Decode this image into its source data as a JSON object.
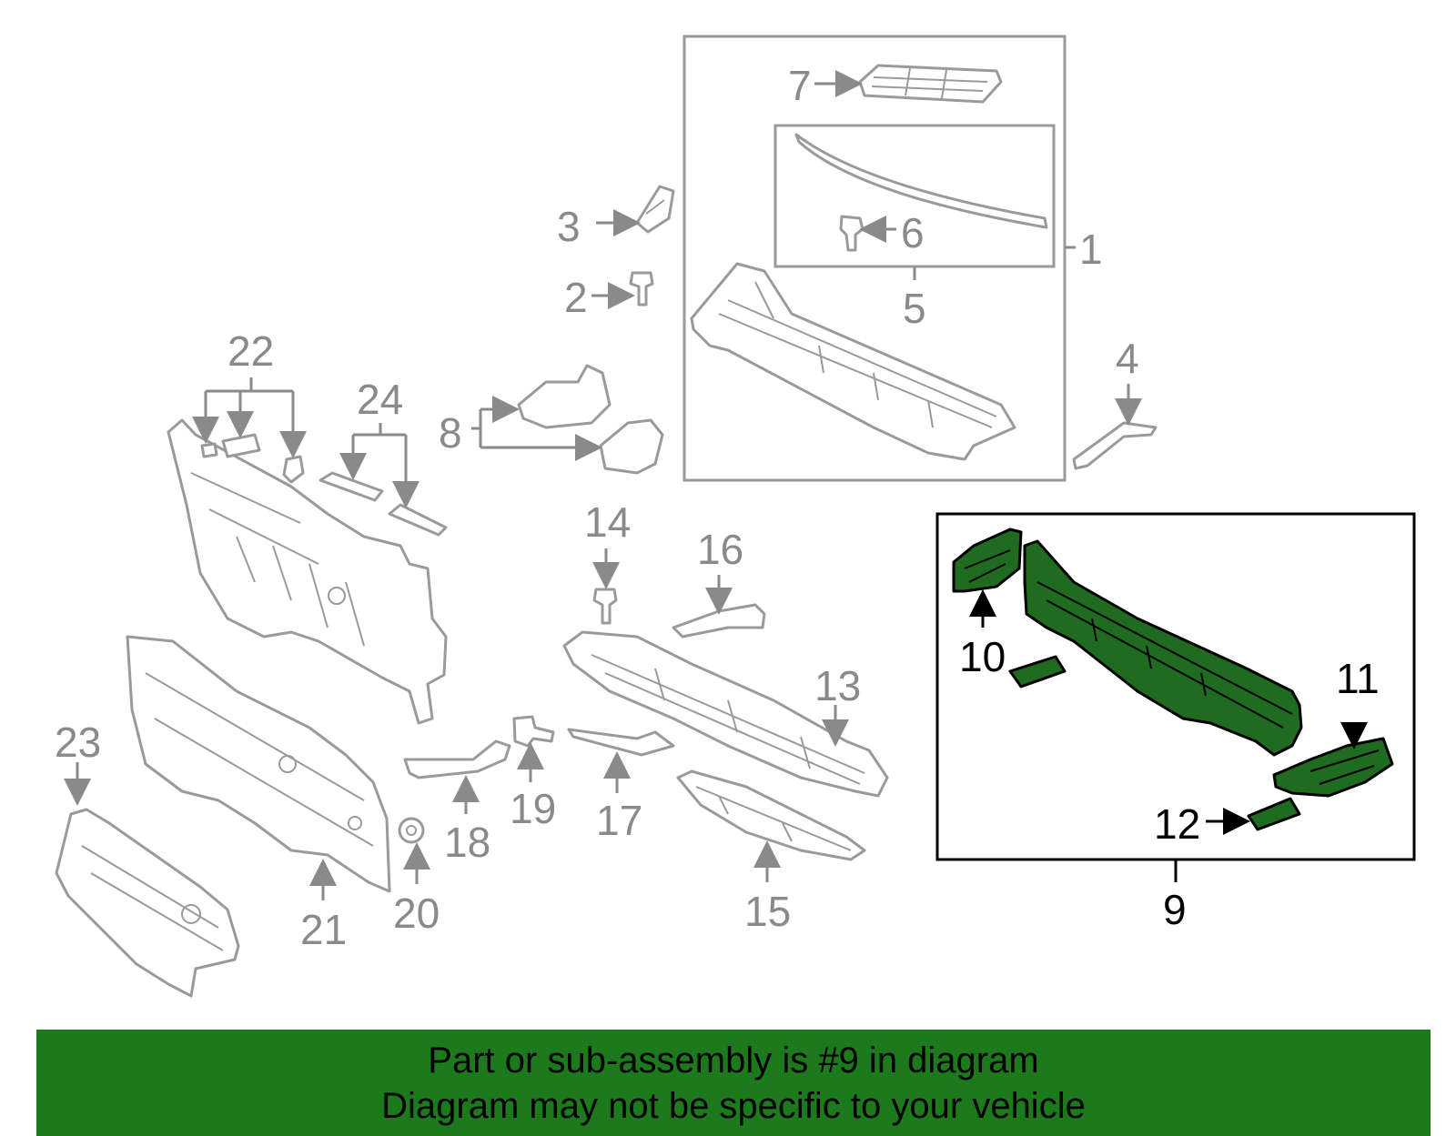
{
  "callouts": {
    "c1": "1",
    "c2": "2",
    "c3": "3",
    "c4": "4",
    "c5": "5",
    "c6": "6",
    "c7": "7",
    "c8": "8",
    "c9": "9",
    "c10": "10",
    "c11": "11",
    "c12": "12",
    "c13": "13",
    "c14": "14",
    "c15": "15",
    "c16": "16",
    "c17": "17",
    "c18": "18",
    "c19": "19",
    "c20": "20",
    "c21": "21",
    "c22": "22",
    "c23": "23",
    "c24": "24"
  },
  "banner": {
    "line1": "Part or sub-assembly is #9 in diagram",
    "line2": "Diagram may not be specific to your vehicle"
  },
  "colors": {
    "highlight_part": "#1f6b1f",
    "banner": "#1c7a1c",
    "line_grey": "#9a9a9a"
  }
}
